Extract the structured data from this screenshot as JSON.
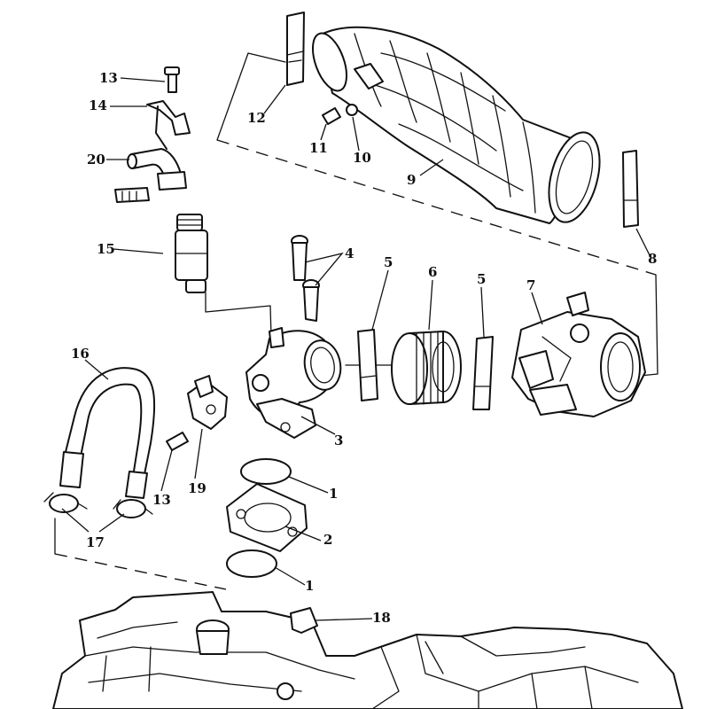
{
  "diagram": {
    "callouts": [
      {
        "id": "c13a",
        "text": "13"
      },
      {
        "id": "c14",
        "text": "14"
      },
      {
        "id": "c20",
        "text": "20"
      },
      {
        "id": "c15",
        "text": "15"
      },
      {
        "id": "c12",
        "text": "12"
      },
      {
        "id": "c11",
        "text": "11"
      },
      {
        "id": "c10",
        "text": "10"
      },
      {
        "id": "c9",
        "text": "9"
      },
      {
        "id": "c8",
        "text": "8"
      },
      {
        "id": "c4",
        "text": "4"
      },
      {
        "id": "c5",
        "text": "5"
      },
      {
        "id": "c6",
        "text": "6"
      },
      {
        "id": "c5b",
        "text": "5"
      },
      {
        "id": "c7",
        "text": "7"
      },
      {
        "id": "c16",
        "text": "16"
      },
      {
        "id": "c3",
        "text": "3"
      },
      {
        "id": "c13b",
        "text": "13"
      },
      {
        "id": "c19",
        "text": "19"
      },
      {
        "id": "c17",
        "text": "17"
      },
      {
        "id": "c1a",
        "text": "1"
      },
      {
        "id": "c2",
        "text": "2"
      },
      {
        "id": "c1b",
        "text": "1"
      },
      {
        "id": "c18",
        "text": "18"
      }
    ]
  }
}
